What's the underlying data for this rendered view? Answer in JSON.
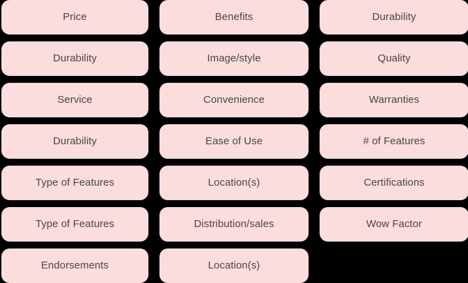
{
  "theme": {
    "background_color": "#000000",
    "card_color": "#FBDDDD",
    "text_color": "#4A4347"
  },
  "layout": {
    "columns": 3,
    "rows": 7
  },
  "cards": [
    {
      "label": "Price",
      "column": 1,
      "row": 1
    },
    {
      "label": "Benefits",
      "column": 2,
      "row": 1
    },
    {
      "label": "Durability",
      "column": 3,
      "row": 1
    },
    {
      "label": "Durability",
      "column": 1,
      "row": 2
    },
    {
      "label": "Image/style",
      "column": 2,
      "row": 2
    },
    {
      "label": "Quality",
      "column": 3,
      "row": 2
    },
    {
      "label": "Service",
      "column": 1,
      "row": 3
    },
    {
      "label": "Convenience",
      "column": 2,
      "row": 3
    },
    {
      "label": "Warranties",
      "column": 3,
      "row": 3
    },
    {
      "label": "Durability",
      "column": 1,
      "row": 4
    },
    {
      "label": "Ease of Use",
      "column": 2,
      "row": 4
    },
    {
      "label": "# of Features",
      "column": 3,
      "row": 4
    },
    {
      "label": "Type of Features",
      "column": 1,
      "row": 5
    },
    {
      "label": "Location(s)",
      "column": 2,
      "row": 5
    },
    {
      "label": "Certifications",
      "column": 3,
      "row": 5
    },
    {
      "label": "Type of Features",
      "column": 1,
      "row": 6
    },
    {
      "label": "Distribution/sales",
      "column": 2,
      "row": 6
    },
    {
      "label": "Wow Factor",
      "column": 3,
      "row": 6
    },
    {
      "label": "Endorsements",
      "column": 1,
      "row": 7
    },
    {
      "label": "Location(s)",
      "column": 2,
      "row": 7
    },
    {
      "label": "",
      "column": 3,
      "row": 7,
      "empty": true
    }
  ]
}
